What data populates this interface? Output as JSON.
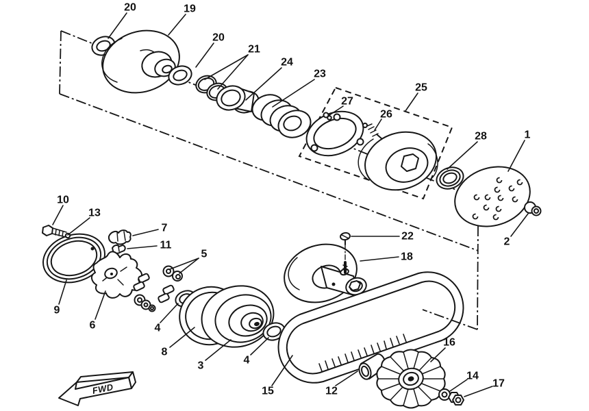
{
  "diagram": {
    "type": "exploded-parts-diagram",
    "background": "#ffffff",
    "line_color": "#161616",
    "fwd_marker": "FWD",
    "callouts": [
      {
        "id": "20a",
        "label": "20"
      },
      {
        "id": "19",
        "label": "19"
      },
      {
        "id": "20b",
        "label": "20"
      },
      {
        "id": "21",
        "label": "21"
      },
      {
        "id": "24",
        "label": "24"
      },
      {
        "id": "23",
        "label": "23"
      },
      {
        "id": "25",
        "label": "25"
      },
      {
        "id": "27",
        "label": "27"
      },
      {
        "id": "26",
        "label": "26"
      },
      {
        "id": "28",
        "label": "28"
      },
      {
        "id": "1",
        "label": "1"
      },
      {
        "id": "2",
        "label": "2"
      },
      {
        "id": "10",
        "label": "10"
      },
      {
        "id": "13",
        "label": "13"
      },
      {
        "id": "7",
        "label": "7"
      },
      {
        "id": "11",
        "label": "11"
      },
      {
        "id": "5",
        "label": "5"
      },
      {
        "id": "9",
        "label": "9"
      },
      {
        "id": "6",
        "label": "6"
      },
      {
        "id": "4a",
        "label": "4"
      },
      {
        "id": "8",
        "label": "8"
      },
      {
        "id": "3",
        "label": "3"
      },
      {
        "id": "4b",
        "label": "4"
      },
      {
        "id": "15",
        "label": "15"
      },
      {
        "id": "12",
        "label": "12"
      },
      {
        "id": "22",
        "label": "22"
      },
      {
        "id": "18",
        "label": "18"
      },
      {
        "id": "16",
        "label": "16"
      },
      {
        "id": "14",
        "label": "14"
      },
      {
        "id": "17",
        "label": "17"
      }
    ]
  }
}
